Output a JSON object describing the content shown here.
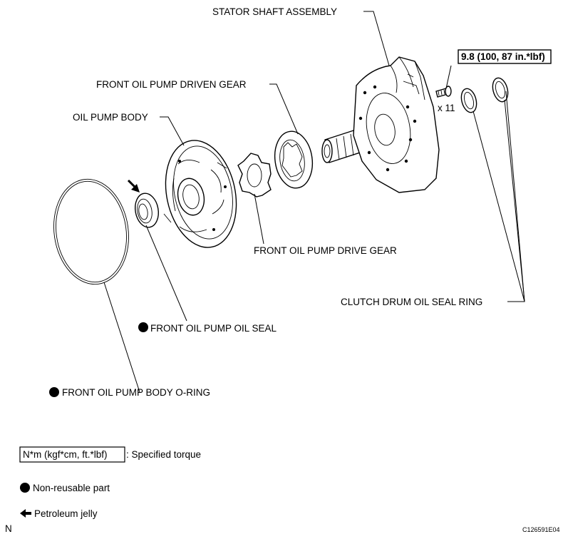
{
  "labels": {
    "stator_shaft": "STATOR SHAFT ASSEMBLY",
    "driven_gear": "FRONT OIL PUMP DRIVEN GEAR",
    "pump_body": "OIL PUMP BODY",
    "drive_gear": "FRONT OIL PUMP DRIVE GEAR",
    "seal_ring": "CLUTCH DRUM OIL SEAL RING",
    "oil_seal": "FRONT OIL PUMP OIL SEAL",
    "o_ring": "FRONT OIL PUMP BODY O-RING"
  },
  "torque": {
    "value": "9.8 (100, 87 in.*lbf)",
    "quantity": "x 11"
  },
  "legend": {
    "torque_box": "N*m (kgf*cm, ft.*lbf)",
    "torque_text": ": Specified torque",
    "non_reusable": "Non-reusable part",
    "petroleum_jelly": "Petroleum jelly"
  },
  "footer": {
    "left_mark": "N",
    "figure_code": "C126591E04"
  }
}
